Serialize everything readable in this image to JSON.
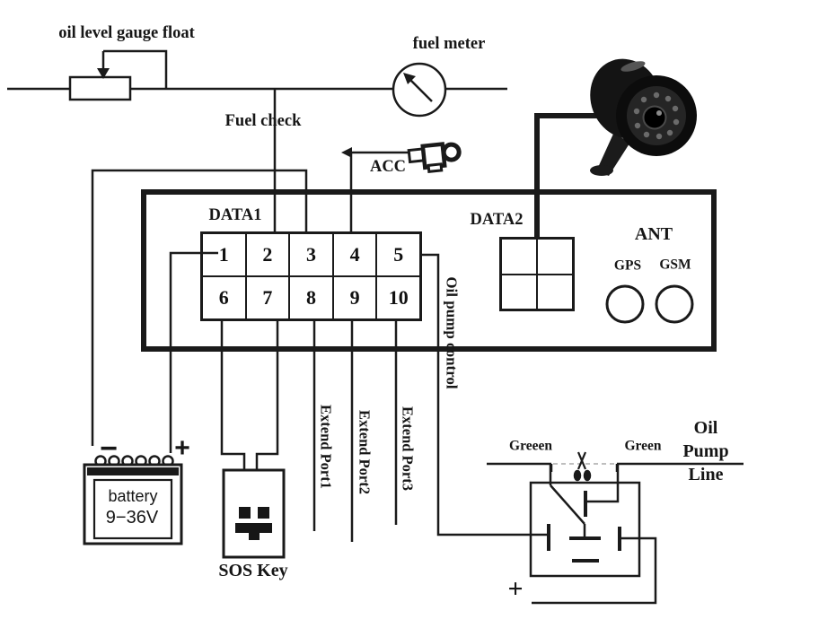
{
  "diagram": {
    "top": {
      "oil_level_gauge_float": "oil level gauge float",
      "fuel_meter": "fuel meter",
      "fuel_check": "Fuel check",
      "acc": "ACC"
    },
    "device": {
      "data1": "DATA1",
      "data2": "DATA2",
      "ant": "ANT",
      "gps": "GPS",
      "gsm": "GSM",
      "pins": [
        "1",
        "2",
        "3",
        "4",
        "5",
        "6",
        "7",
        "8",
        "9",
        "10"
      ]
    },
    "ports": {
      "oil_pump_control": "Oil pump control",
      "extend_port1": "Extend Port1",
      "extend_port2": "Extend Port2",
      "extend_port3": "Extend Port3"
    },
    "battery": {
      "label": "battery",
      "voltage": "9−36V",
      "minus": "−",
      "plus": "+"
    },
    "sos": {
      "label": "SOS Key"
    },
    "relay": {
      "green_left": "Greeen",
      "green_right": "Green",
      "oil_pump_line": [
        "Oil",
        "Pump",
        "Line"
      ],
      "plus": "+"
    },
    "colors": {
      "wire": "#1a1a1a",
      "background": "#ffffff"
    }
  }
}
